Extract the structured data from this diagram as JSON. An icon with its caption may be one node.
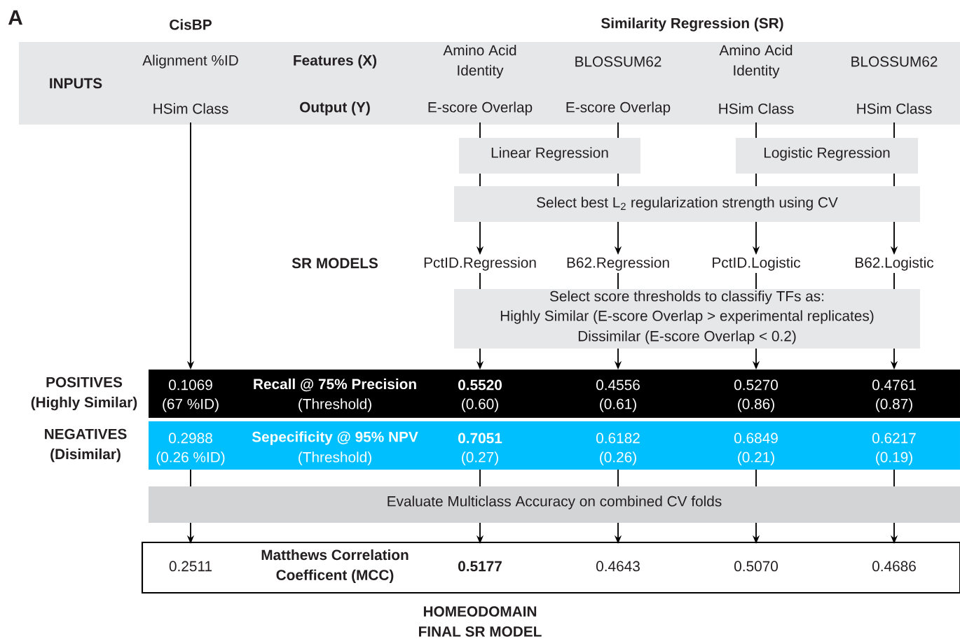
{
  "diagram": {
    "nodes": [
      {
        "text": [
          "INPUTS"
        ]
      },
      {
        "text": [
          "Alignment %ID",
          "HSim Class"
        ],
        "in": 0
      },
      {
        "text": [
          "Features (X)",
          "Output (Y)"
        ],
        "in": 0
      },
      {
        "text": [
          "Amino Acid Identity",
          "E-score Overlap"
        ],
        "in": 0
      },
      {
        "text": [
          "BLOSSUM62",
          "E-score Overlap"
        ],
        "in": 0
      },
      {
        "text": [
          "Amino Acid Identity",
          "HSim Class"
        ],
        "in": 0
      },
      {
        "text": [
          "BLOSSUM62",
          "HSim Class"
        ],
        "in": 0
      },
      {
        "text": [
          "Linear Regression"
        ]
      },
      {
        "text": [
          "Logistic Regression"
        ]
      },
      {
        "text": [
          "Select best L$_{2}$ regularization strength using CV"
        ]
      },
      {
        "text": [
          "PctID.Regression"
        ]
      },
      {
        "text": [
          "B62.Regression"
        ]
      },
      {
        "text": [
          "PctID.Logistic"
        ]
      },
      {
        "text": [
          "B62.Logistic"
        ]
      },
      {
        "text": [
          "Select score thresholds to classifiy TFs as:",
          "Highly Similar (E-score Overlap > experimental replicates)",
          "Dissimilar (E-score Overlap < 0.2)"
        ]
      },
      {
        "text": [],
        "shape": "bar",
        "beside": [
          "POSITIVES (Highly Similar)"
        ]
      },
      {
        "text": [
          "0.1069",
          "(67 %ID)"
        ],
        "in": 15
      },
      {
        "text": [
          "Recall @ 75% Precision",
          "(Threshold)"
        ],
        "in": 15
      },
      {
        "text": [
          "0.5520",
          "(0.60)"
        ],
        "in": 15
      },
      {
        "text": [
          "0.4556",
          "(0.61)"
        ],
        "in": 15
      },
      {
        "text": [
          "0.5270",
          "(0.86)"
        ],
        "in": 15
      },
      {
        "text": [
          "0.4761",
          "(0.87)"
        ],
        "in": 15
      },
      {
        "text": [],
        "shape": "bar",
        "beside": [
          "NEGATIVES (Disimilar)"
        ]
      },
      {
        "text": [
          "0.2988",
          "(0.26 %ID)"
        ],
        "in": 22
      },
      {
        "text": [
          "Sepecificity @ 95% NPV",
          "(Threshold)"
        ],
        "in": 22
      },
      {
        "text": [
          "0.7051",
          "(0.27)"
        ],
        "in": 22
      },
      {
        "text": [
          "0.6182",
          "(0.26)"
        ],
        "in": 22
      },
      {
        "text": [
          "0.6849",
          "(0.21)"
        ],
        "in": 22
      },
      {
        "text": [
          "0.6217",
          "(0.19)"
        ],
        "in": 22
      },
      {
        "text": [
          "Evaluate Multiclass Accuracy on combined CV folds"
        ]
      },
      {
        "text": [],
        "shape": "box"
      },
      {
        "text": [
          "0.2511"
        ],
        "in": 30
      },
      {
        "text": [
          "Matthews Correlation Coefficent (MCC)"
        ],
        "in": 30
      },
      {
        "text": [
          "0.5177"
        ],
        "in": 30
      },
      {
        "text": [
          "0.4643"
        ],
        "in": 30
      },
      {
        "text": [
          "0.5070"
        ],
        "in": 30
      },
      {
        "text": [
          "0.4686"
        ],
        "in": 30
      }
    ],
    "edges": [
      {
        "from": 3,
        "to": 7,
        "arrow": "none"
      },
      {
        "from": 4,
        "to": 7,
        "arrow": "none"
      },
      {
        "from": 5,
        "to": 8,
        "arrow": "none"
      },
      {
        "from": 6,
        "to": 8,
        "arrow": "none"
      },
      {
        "from": 7,
        "to": 9,
        "arrow": "none"
      },
      {
        "from": 7,
        "to": 9,
        "arrow": "none"
      },
      {
        "from": 8,
        "to": 9,
        "arrow": "none"
      },
      {
        "from": 8,
        "to": 9,
        "arrow": "none"
      },
      {
        "from": 9,
        "to": 10,
        "arrow": "to"
      },
      {
        "from": 9,
        "to": 11,
        "arrow": "to"
      },
      {
        "from": 9,
        "to": 12,
        "arrow": "to"
      },
      {
        "from": 9,
        "to": 13,
        "arrow": "to"
      },
      {
        "from": 10,
        "to": 14,
        "arrow": "none"
      },
      {
        "from": 11,
        "to": 14,
        "arrow": "none"
      },
      {
        "from": 12,
        "to": 14,
        "arrow": "none"
      },
      {
        "from": 13,
        "to": 14,
        "arrow": "none"
      },
      {
        "from": 1,
        "to": 16,
        "arrow": "to"
      },
      {
        "from": 14,
        "to": 18,
        "arrow": "to"
      },
      {
        "from": 14,
        "to": 19,
        "arrow": "to"
      },
      {
        "from": 14,
        "to": 20,
        "arrow": "to"
      },
      {
        "from": 14,
        "to": 21,
        "arrow": "to"
      },
      {
        "from": 23,
        "to": 29,
        "arrow": "none"
      },
      {
        "from": 25,
        "to": 29,
        "arrow": "none"
      },
      {
        "from": 26,
        "to": 29,
        "arrow": "none"
      },
      {
        "from": 27,
        "to": 29,
        "arrow": "none"
      },
      {
        "from": 28,
        "to": 29,
        "arrow": "none"
      },
      {
        "from": 29,
        "to": 31,
        "arrow": "to"
      },
      {
        "from": 29,
        "to": 33,
        "arrow": "to"
      },
      {
        "from": 29,
        "to": 34,
        "arrow": "to"
      },
      {
        "from": 29,
        "to": 35,
        "arrow": "to"
      },
      {
        "from": 29,
        "to": 36,
        "arrow": "to"
      }
    ],
    "labels": [
      "A",
      "CisBP",
      "Similarity Regression (SR)",
      "SR MODELS",
      "HOMEODOMAIN FINAL SR MODEL"
    ]
  }
}
